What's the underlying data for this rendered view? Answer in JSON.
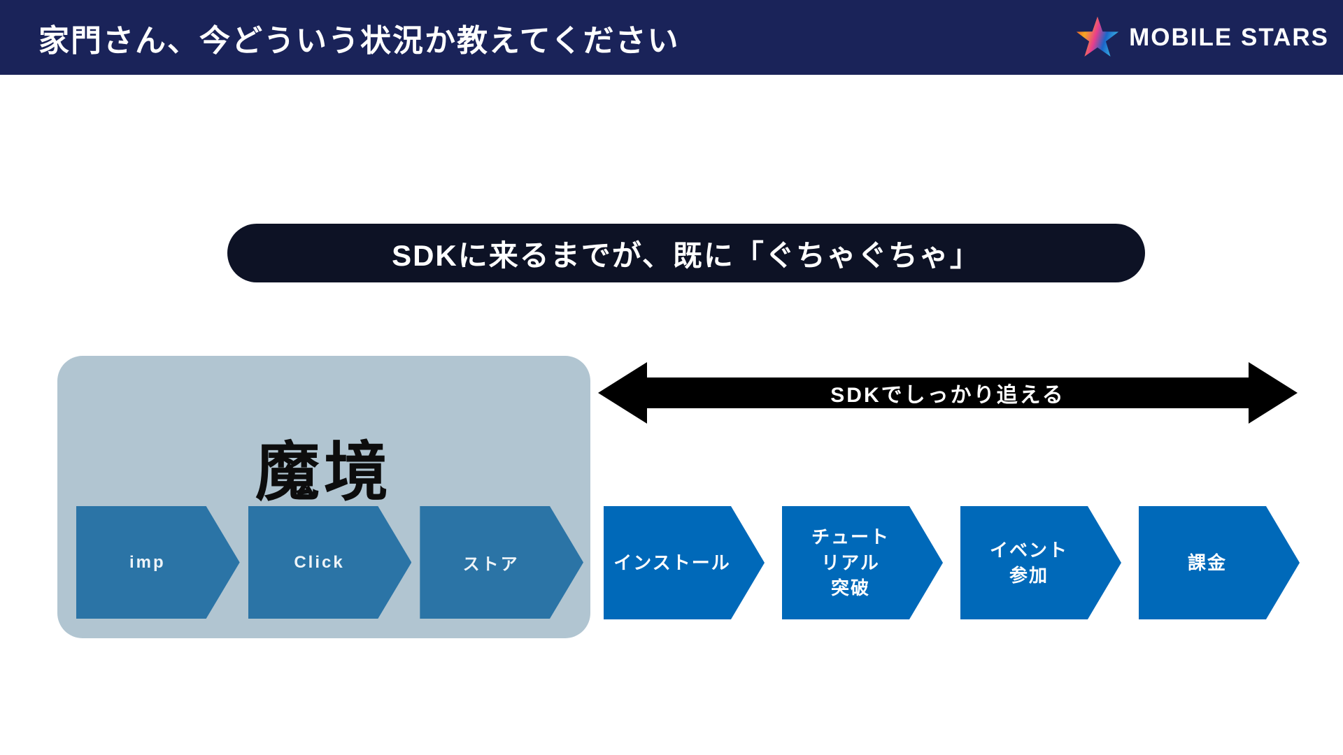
{
  "header": {
    "title": "家門さん、今どういう状況か教えてください",
    "logo_text": "MOBILE STARS"
  },
  "banner": {
    "text": "SDKに来るまでが、既に「ぐちゃぐちゃ」"
  },
  "makyou": {
    "label": "魔境",
    "steps": [
      {
        "label": "imp"
      },
      {
        "label": "Click"
      },
      {
        "label": "ストア"
      }
    ]
  },
  "sdk_arrow": {
    "label": "SDKでしっかり追える"
  },
  "funnel": {
    "steps": [
      {
        "label": "インストール"
      },
      {
        "label": "チュート\nリアル\n突破"
      },
      {
        "label": "イベント\n参加"
      },
      {
        "label": "課金"
      }
    ]
  },
  "colors": {
    "header_bg": "#1A2359",
    "banner_bg": "#0D1225",
    "makyou_bg": "#B1C5D1",
    "makyou_chevron": "#2B74A6",
    "funnel_blue": "#0069B9",
    "arrow_black": "#000000",
    "text_white": "#FFFFFF"
  }
}
